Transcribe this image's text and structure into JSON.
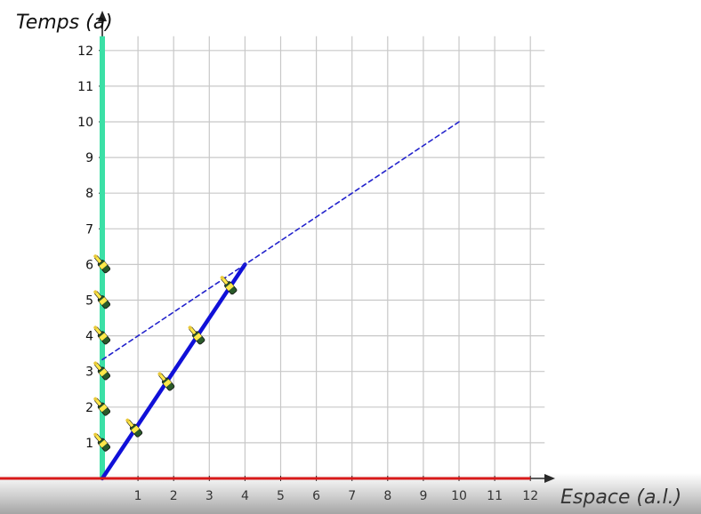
{
  "chart_data": {
    "type": "line",
    "title": "",
    "ylabel": "Temps (a)",
    "xlabel": "Espace (a.l.)",
    "xlim": [
      0,
      12
    ],
    "ylim": [
      0,
      12
    ],
    "grid": true,
    "x_ticks": [
      "1",
      "2",
      "3",
      "4",
      "5",
      "6",
      "7",
      "8",
      "9",
      "10",
      "11",
      "12"
    ],
    "y_ticks": [
      "1",
      "2",
      "3",
      "4",
      "5",
      "6",
      "7",
      "8",
      "9",
      "10",
      "11",
      "12"
    ],
    "series": [
      {
        "role": "earth-worldline",
        "color": "#3be0a6",
        "x": [
          0,
          0
        ],
        "y": [
          0,
          12.4
        ]
      },
      {
        "role": "traveller-outbound",
        "color": "#1010d8",
        "x": [
          0,
          4
        ],
        "y": [
          0,
          6
        ]
      },
      {
        "role": "dashed-projection",
        "color": "#2222cc",
        "style": "dashed",
        "x": [
          0,
          10
        ],
        "y": [
          3.33,
          10
        ]
      },
      {
        "role": "space-axis-line",
        "color": "#e01010",
        "x": [
          -3,
          12
        ],
        "y": [
          0,
          0
        ]
      }
    ],
    "markers": {
      "icon": "champagne-bottle-icon",
      "earth": [
        {
          "x": 0,
          "y": 1
        },
        {
          "x": 0,
          "y": 2
        },
        {
          "x": 0,
          "y": 3
        },
        {
          "x": 0,
          "y": 4
        },
        {
          "x": 0,
          "y": 5
        },
        {
          "x": 0,
          "y": 6
        }
      ],
      "traveller": [
        {
          "x": 0.9,
          "y": 1.4
        },
        {
          "x": 1.8,
          "y": 2.7
        },
        {
          "x": 2.65,
          "y": 4.0
        },
        {
          "x": 3.55,
          "y": 5.4
        }
      ]
    },
    "colors": {
      "grid": "#c8c8c8",
      "axis": "#222222",
      "bottle_glass": "#2a5a2a",
      "bottle_label": "#ffe84a"
    }
  }
}
